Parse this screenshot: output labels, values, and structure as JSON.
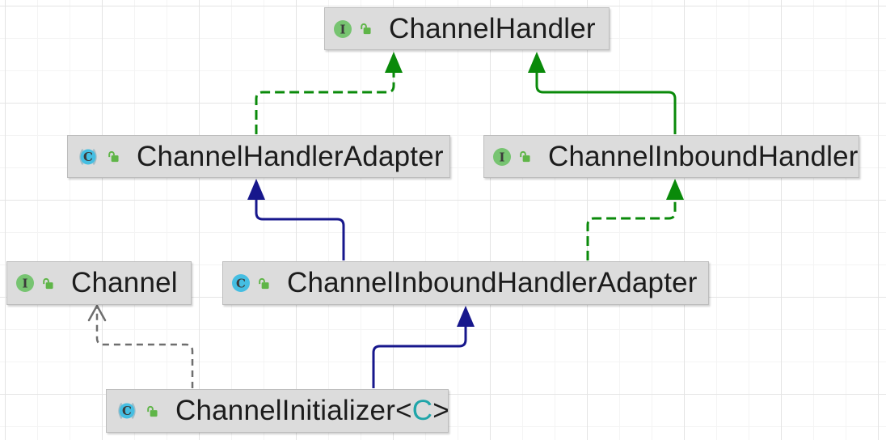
{
  "diagram": {
    "type": "uml-class-diagram",
    "icon_glyphs": {
      "interface": "I",
      "class": "C"
    },
    "nodes": [
      {
        "label": "ChannelHandler",
        "kind": "interface",
        "visibility": "public"
      },
      {
        "label": "ChannelHandlerAdapter",
        "kind": "abstract-class",
        "visibility": "public"
      },
      {
        "label": "ChannelInboundHandler",
        "kind": "interface",
        "visibility": "public"
      },
      {
        "label": "Channel",
        "kind": "interface",
        "visibility": "public"
      },
      {
        "label": "ChannelInboundHandlerAdapter",
        "kind": "class",
        "visibility": "public"
      },
      {
        "label": "ChannelInitializer",
        "kind": "abstract-class",
        "visibility": "public",
        "generic": {
          "open": "<",
          "param": "C",
          "close": ">"
        }
      }
    ],
    "edges": [
      {
        "from": "ChannelHandlerAdapter",
        "to": "ChannelHandler",
        "relation": "implements",
        "line": "dashed",
        "color_ref": "interface_green"
      },
      {
        "from": "ChannelInboundHandler",
        "to": "ChannelHandler",
        "relation": "extends",
        "line": "solid",
        "color_ref": "interface_green"
      },
      {
        "from": "ChannelInboundHandlerAdapter",
        "to": "ChannelHandlerAdapter",
        "relation": "extends",
        "line": "solid",
        "color_ref": "class_navy"
      },
      {
        "from": "ChannelInboundHandlerAdapter",
        "to": "ChannelInboundHandler",
        "relation": "implements",
        "line": "dashed",
        "color_ref": "interface_green"
      },
      {
        "from": "ChannelInitializer",
        "to": "ChannelInboundHandlerAdapter",
        "relation": "extends",
        "line": "solid",
        "color_ref": "class_navy"
      },
      {
        "from": "ChannelInitializer",
        "to": "Channel",
        "relation": "dependency",
        "line": "dashed",
        "color_ref": "dependency_gray"
      }
    ],
    "colors": {
      "interface_green": "#0a8a0a",
      "class_navy": "#17178c",
      "dependency_gray": "#6e6e6e",
      "interface_icon": "#77c471",
      "class_icon": "#45bee2",
      "lock_icon": "#5fb548",
      "abstract_parens": "#a3bdc7",
      "icon_letter": "#3b3b3b",
      "generic_param": "#1fa5a9",
      "node_fill": "#dcdcdc",
      "node_border": "#bdbdbd"
    }
  }
}
